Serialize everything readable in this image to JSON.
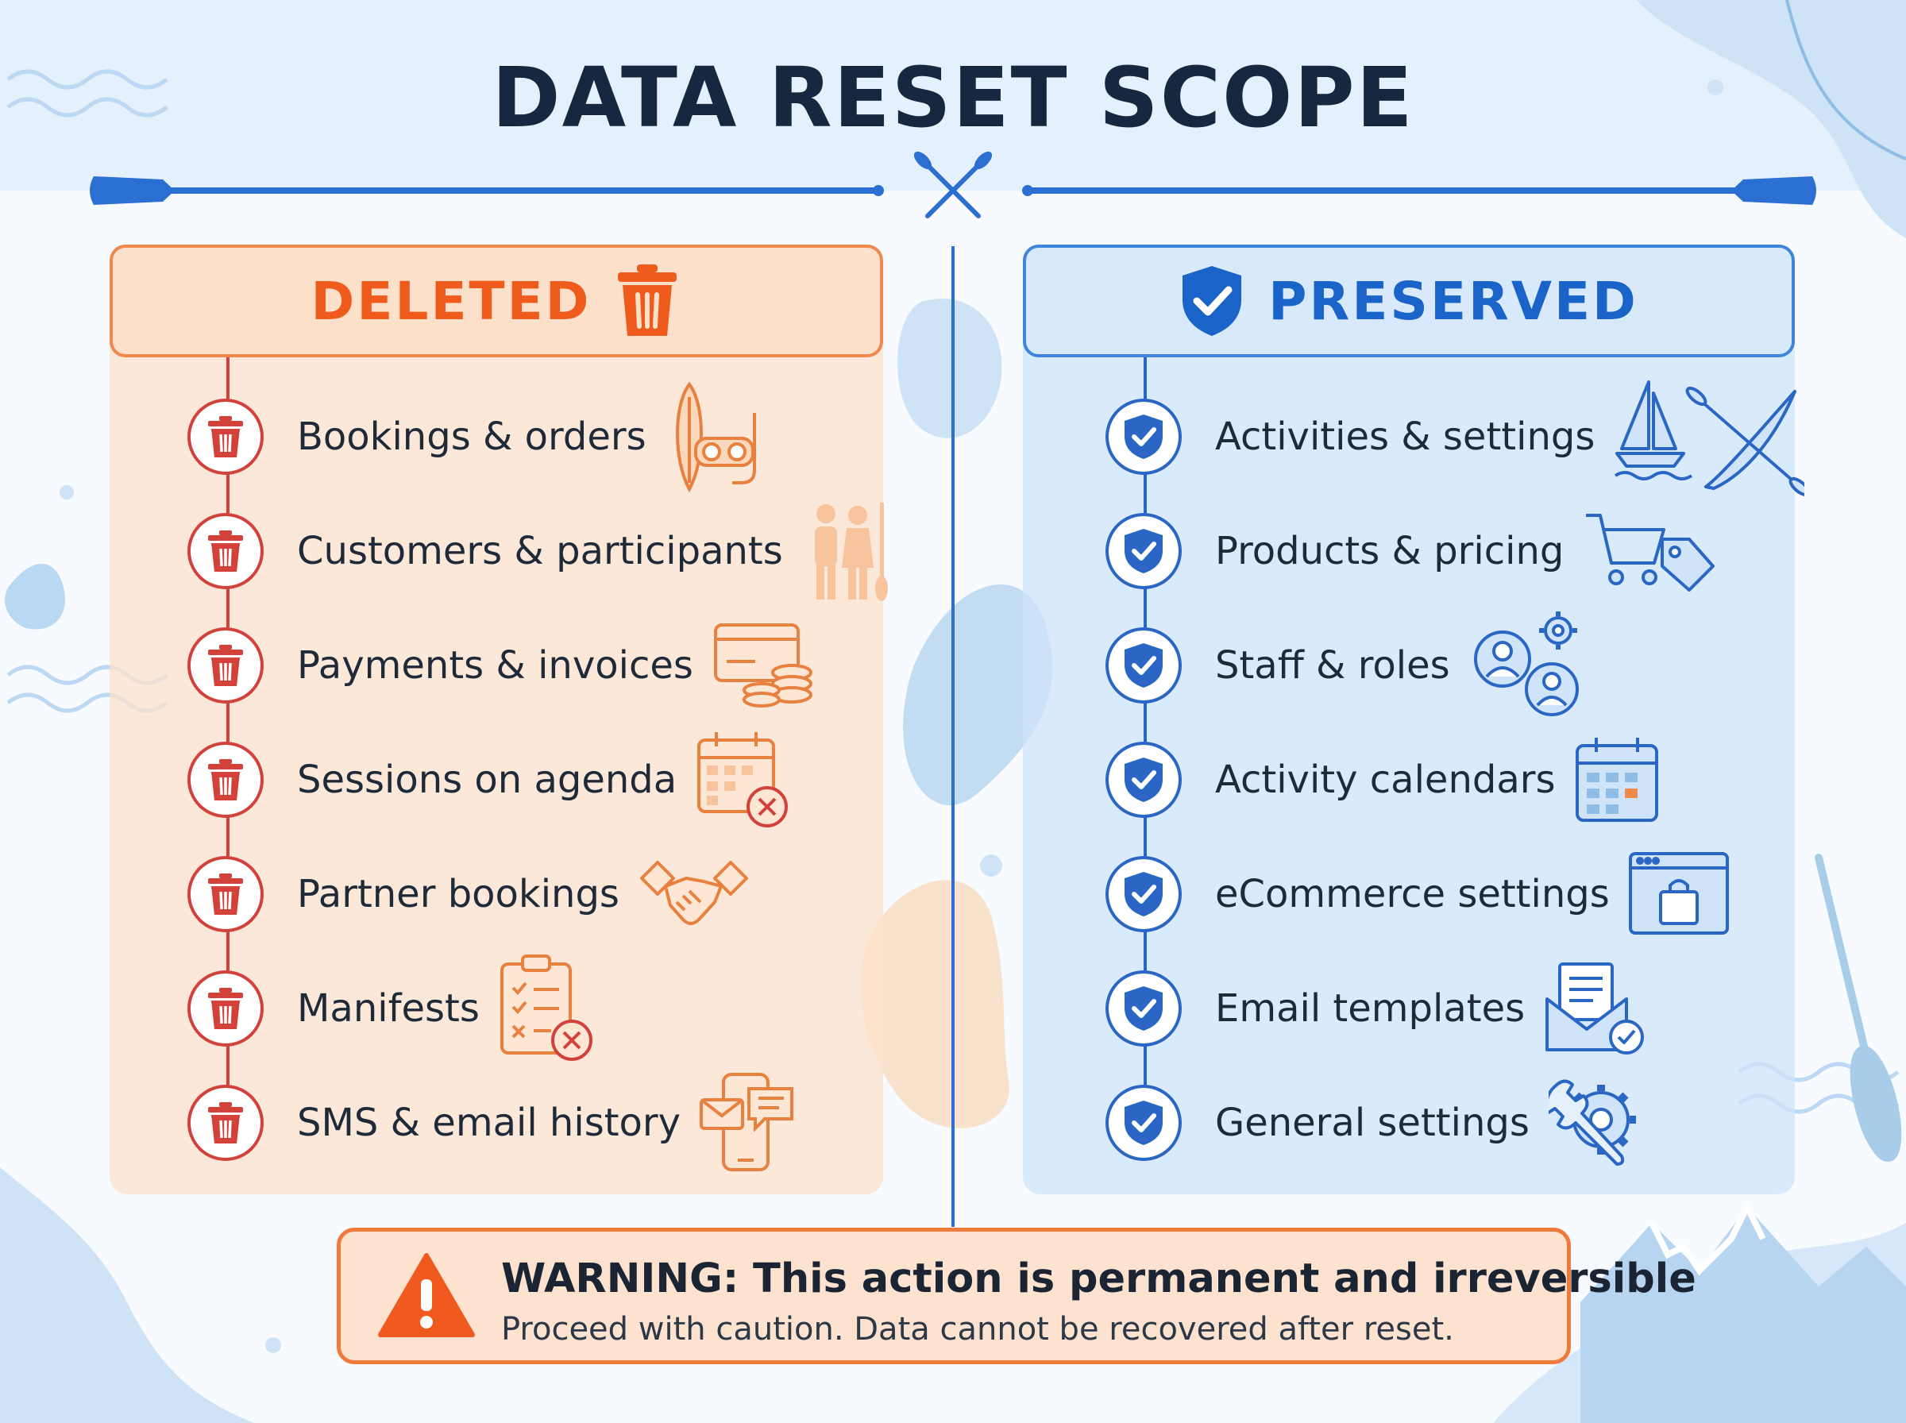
{
  "title": "DATA RESET SCOPE",
  "deleted": {
    "heading": "DELETED",
    "items": [
      {
        "label": "Bookings & orders",
        "icon": "surfboard-snorkel-icon"
      },
      {
        "label": "Customers & participants",
        "icon": "people-paddle-icon"
      },
      {
        "label": "Payments & invoices",
        "icon": "card-coins-icon"
      },
      {
        "label": "Sessions on agenda",
        "icon": "calendar-x-icon"
      },
      {
        "label": "Partner bookings",
        "icon": "handshake-icon"
      },
      {
        "label": "Manifests",
        "icon": "clipboard-x-icon"
      },
      {
        "label": "SMS & email history",
        "icon": "phone-messages-icon"
      }
    ]
  },
  "preserved": {
    "heading": "PRESERVED",
    "items": [
      {
        "label": "Activities & settings",
        "icon": "sailboat-kayak-icon"
      },
      {
        "label": "Products & pricing",
        "icon": "cart-tag-icon"
      },
      {
        "label": "Staff & roles",
        "icon": "users-gear-icon"
      },
      {
        "label": "Activity calendars",
        "icon": "calendar-icon"
      },
      {
        "label": "eCommerce settings",
        "icon": "browser-bag-icon"
      },
      {
        "label": "Email templates",
        "icon": "envelope-check-icon"
      },
      {
        "label": "General settings",
        "icon": "wrench-gear-icon"
      }
    ]
  },
  "warning": {
    "title": "WARNING: This action is permanent and irreversible",
    "subtitle": "Proceed with caution. Data cannot be recovered after reset."
  },
  "colors": {
    "deleted_accent": "#ef5a1d",
    "deleted_icon": "#d3413b",
    "preserved_accent": "#1a63c9",
    "title": "#16283f",
    "warning_border": "#ef7a3c"
  }
}
